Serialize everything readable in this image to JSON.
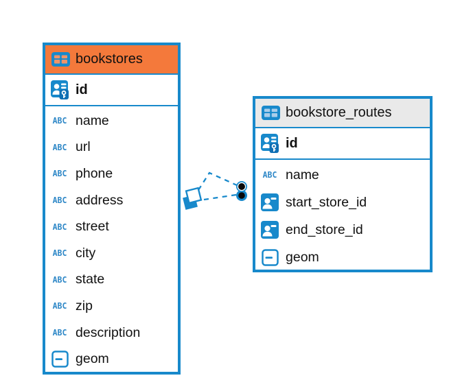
{
  "diagram": {
    "background_color": "#ffffff",
    "accent_blue": "#1889cb",
    "text_icon_label": "ABC",
    "tables": [
      {
        "name": "bookstores",
        "header_color": "#f4793b",
        "icon": "table-icon",
        "icon_cell_color": "#ef9468",
        "key_columns": [
          {
            "name": "id",
            "icon": "primary-key-icon"
          }
        ],
        "columns": [
          {
            "name": "name",
            "icon": "text-icon"
          },
          {
            "name": "url",
            "icon": "text-icon"
          },
          {
            "name": "phone",
            "icon": "text-icon"
          },
          {
            "name": "address",
            "icon": "text-icon"
          },
          {
            "name": "street",
            "icon": "text-icon"
          },
          {
            "name": "city",
            "icon": "text-icon"
          },
          {
            "name": "state",
            "icon": "text-icon"
          },
          {
            "name": "zip",
            "icon": "text-icon"
          },
          {
            "name": "description",
            "icon": "text-icon"
          },
          {
            "name": "geom",
            "icon": "geometry-icon"
          }
        ]
      },
      {
        "name": "bookstore_routes",
        "header_color": "#e9e9e9",
        "icon": "table-icon",
        "icon_cell_color": "#a9cdea",
        "key_columns": [
          {
            "name": "id",
            "icon": "primary-key-icon"
          }
        ],
        "columns": [
          {
            "name": "name",
            "icon": "text-icon"
          },
          {
            "name": "start_store_id",
            "icon": "reference-icon"
          },
          {
            "name": "end_store_id",
            "icon": "reference-icon"
          },
          {
            "name": "geom",
            "icon": "geometry-icon"
          }
        ]
      }
    ],
    "relationship": {
      "from_table": "bookstore_routes",
      "to_table": "bookstores",
      "line_style": "dashed",
      "line_count": 2,
      "source_marker": "dot-marker",
      "target_marker": "diamond-marker"
    }
  }
}
